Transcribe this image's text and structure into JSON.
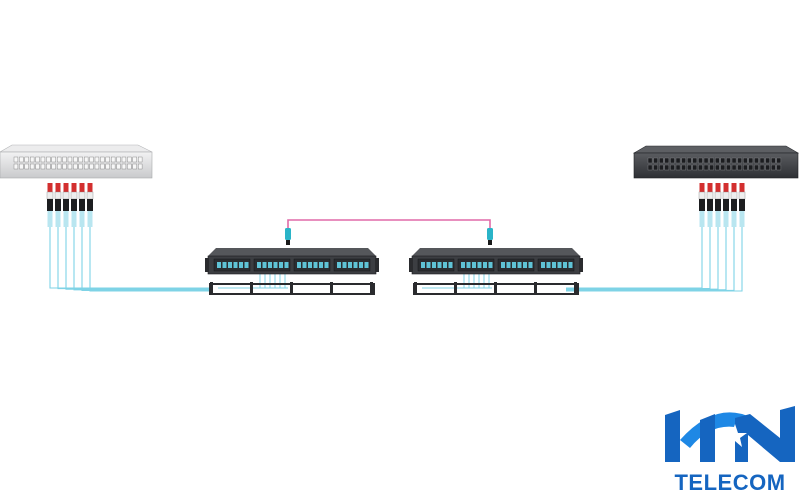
{
  "brand": {
    "name": "TELECOM",
    "color": "#1565c0",
    "accent": "#2196f3"
  },
  "colors": {
    "om_cable": "#7fd3e6",
    "mpo_trunk": "#e06aa8",
    "device_body": "#3c3e42",
    "switch_left_body": "#d9dadc",
    "switch_right_body": "#4a4c50",
    "connector_red": "#d32f2f",
    "connector_white": "#eeeeee"
  },
  "diagram": {
    "devices": [
      {
        "id": "switch-left",
        "kind": "switch",
        "icon": "rack-switch-icon",
        "theme": "light"
      },
      {
        "id": "cassette-left",
        "kind": "mpo-cassette-panel",
        "icon": "patch-panel-icon"
      },
      {
        "id": "cassette-right",
        "kind": "mpo-cassette-panel",
        "icon": "patch-panel-icon"
      },
      {
        "id": "switch-right",
        "kind": "switch",
        "icon": "rack-switch-icon",
        "theme": "dark"
      }
    ],
    "links": [
      {
        "from": "switch-left",
        "to": "cassette-left",
        "type": "lc-duplex",
        "count": 6
      },
      {
        "from": "cassette-left",
        "to": "cassette-right",
        "type": "mpo-trunk",
        "count": 1
      },
      {
        "from": "cassette-right",
        "to": "switch-right",
        "type": "lc-duplex",
        "count": 6
      }
    ]
  }
}
